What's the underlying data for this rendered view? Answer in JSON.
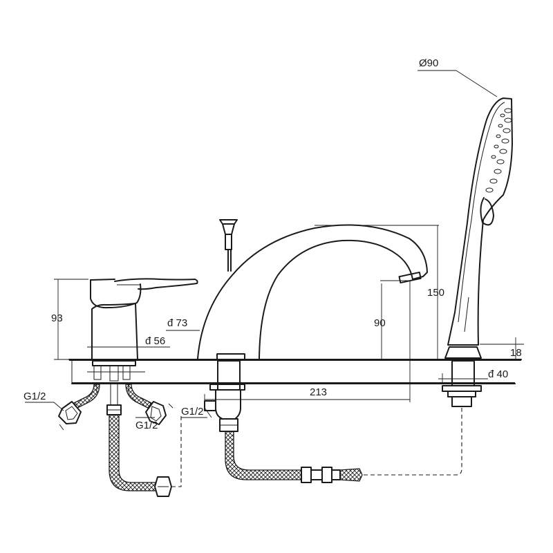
{
  "dimensions": {
    "dia_handshower": "Ø90",
    "height_lever": "93",
    "base_mixer": "đ 56",
    "base_spout": "đ 73",
    "height_spout_outlet": "90",
    "height_spout_top": "150",
    "reach_spout": "213",
    "height_holder": "18",
    "base_holder": "đ 40",
    "thread_left": "G1/2",
    "thread_right": "G1/2",
    "thread_diverter": "G1/2"
  }
}
